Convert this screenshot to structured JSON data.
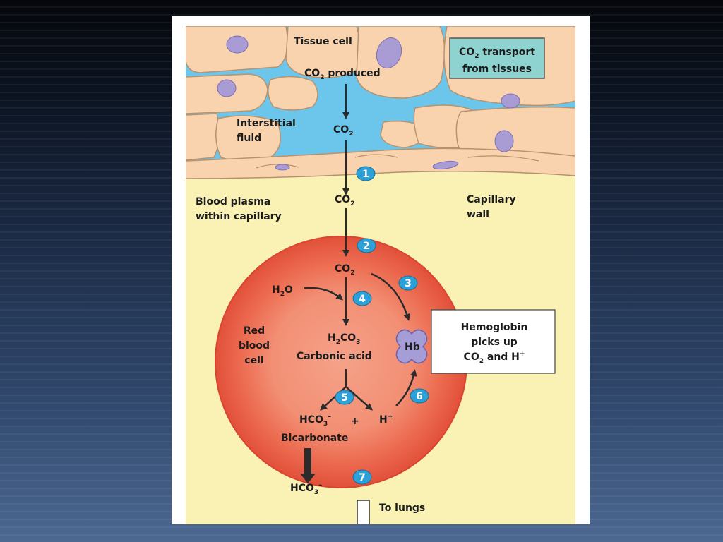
{
  "labels": {
    "tissue_cell": "Tissue cell",
    "co2_produced_base": "CO",
    "co2_produced_sub": "2",
    "co2_produced_rest": " produced",
    "interstitial_line1": "Interstitial",
    "interstitial_line2": "fluid",
    "co2_base": "CO",
    "co2_sub": "2",
    "blood_plasma_line1": "Blood plasma",
    "blood_plasma_line2": "within capillary",
    "capillary_line1": "Capillary",
    "capillary_line2": "wall",
    "h2o_h": "H",
    "h2o_sub": "2",
    "h2o_o": "O",
    "red_line1": "Red",
    "red_line2": "blood",
    "red_line3": "cell",
    "h2co3_h": "H",
    "h2co3_sub2": "2",
    "h2co3_co": "CO",
    "h2co3_sub3": "3",
    "carbonic_acid": "Carbonic acid",
    "hb": "Hb",
    "hco3_base": "HCO",
    "hco3_sub": "3",
    "hco3_sup": "–",
    "plus": "+",
    "h_base": "H",
    "h_sup": "+",
    "bicarbonate": "Bicarbonate",
    "to_lungs": "To lungs"
  },
  "title_box": {
    "line1_base": "CO",
    "line1_sub": "2",
    "line1_rest": " transport",
    "line2": "from tissues",
    "background": "#8fd3d1"
  },
  "hemoglobin_box": {
    "line1": "Hemoglobin",
    "line2": "picks up",
    "line3_a": "CO",
    "line3_sub": "2",
    "line3_b": " and H",
    "line3_sup": "+"
  },
  "steps": [
    "1",
    "2",
    "3",
    "4",
    "5",
    "6",
    "7"
  ],
  "colors": {
    "tissue_cell": "#f9d3ad",
    "nucleus": "#a99bd4",
    "interstitial": "#6cc5ea",
    "plasma": "#f9f2b4",
    "rbc_outer": "#e8533c",
    "rbc_inner": "#f5937a",
    "step_circle": "#2ba1d8",
    "hb": "#a59dd6"
  }
}
